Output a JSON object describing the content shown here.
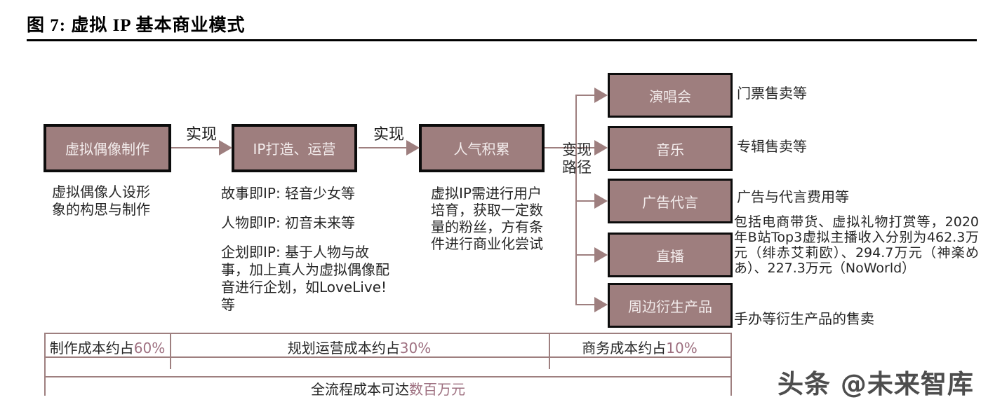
{
  "title": "图 7: 虚拟 IP 基本商业模式",
  "flow": {
    "stages": [
      {
        "label": "虚拟偶像制作",
        "desc": "虚拟偶像人设形象的构思与制作"
      },
      {
        "label": "IP打造、运营",
        "descs": [
          "故事即IP: 轻音少女等",
          "人物即IP: 初音未来等",
          "企划即IP: 基于人物与故事，加上真人为虚拟偶像配音进行企划，如LoveLive!等"
        ]
      },
      {
        "label": "人气积累",
        "desc": "虚拟IP需进行用户培育，获取一定数量的粉丝，方有条件进行商业化尝试"
      }
    ],
    "arrow_labels": [
      "实现",
      "实现"
    ],
    "branch_label_line1": "变现",
    "branch_label_line2": "路径"
  },
  "channels": [
    {
      "label": "演唱会",
      "desc": "门票售卖等"
    },
    {
      "label": "音乐",
      "desc": "专辑售卖等"
    },
    {
      "label": "广告代言",
      "desc": "广告与代言费用等"
    },
    {
      "label": "直播",
      "desc": "包括电商带货、虚拟礼物打赏等，2020年B站Top3虚拟主播收入分别为462.3万元（绯赤艾莉欧）、294.7万元（神楽めあ）、227.3万元（NoWorld）"
    },
    {
      "label": "周边衍生产品",
      "desc": "手办等衍生产品的售卖"
    }
  ],
  "costs": {
    "segments": [
      {
        "label": "制作成本约占",
        "value": "60%"
      },
      {
        "label": "规划运营成本约占",
        "value": "30%"
      },
      {
        "label": "商务成本约占",
        "value": "10%"
      }
    ],
    "total_label": "全流程成本可达",
    "total_value": "数百万元"
  },
  "watermark": "头条 @未来智库",
  "colors": {
    "box_fill": "#9e7e7e",
    "line": "#9e7f7f",
    "accent_text": "#9e7080",
    "border": "#0c0c0c"
  }
}
